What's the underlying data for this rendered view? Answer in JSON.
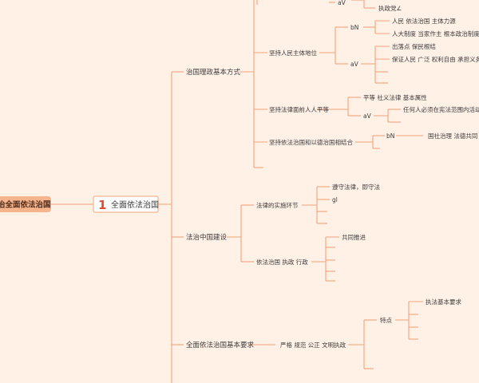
{
  "root": {
    "label": "治全面依法治国"
  },
  "main": {
    "number": "1",
    "label": "全面依法治国"
  },
  "branches": {
    "jiben_fangshi": {
      "label": "治国理政基本方式",
      "top_items": {
        "av_label": "aV",
        "zhizheng": "执政党∠"
      },
      "renmin": {
        "label": "坚持人民主体地位",
        "bn_label": "bN",
        "bn_items": [
          "人民 依法治国 主体力源",
          "人大制度 当家作主 根本政治制度"
        ],
        "av_label": "aV",
        "av_items": [
          "出落点 保民根结",
          "保证人民 广泛 权利自由 承担义务"
        ]
      },
      "pingdeng": {
        "label": "坚持法律面前人人平等",
        "item": "平等 社义法律 基本属性",
        "av_label": "aV",
        "av_item": "任何人必须在宪法范围内活动"
      },
      "jiehe": {
        "label": "坚持依法治国和以德治国相结合",
        "bn_label": "bN",
        "bn_item": "国社治理 法德共同"
      }
    },
    "jianshe": {
      "label": "法治中国建设",
      "shishi": {
        "label": "法律的实施环节",
        "items": [
          "遵守法律，即守法",
          "gl"
        ]
      },
      "zhifa": {
        "label": "依法治国 执政 行政",
        "items": [
          "共同推进"
        ]
      }
    },
    "yaoqiu": {
      "label": "全面依法治国基本要求",
      "wenming": {
        "label": "严格 规范 公正 文明执政"
      },
      "tedian": {
        "label": "特点",
        "items": [
          "执法基本要求"
        ]
      }
    }
  }
}
